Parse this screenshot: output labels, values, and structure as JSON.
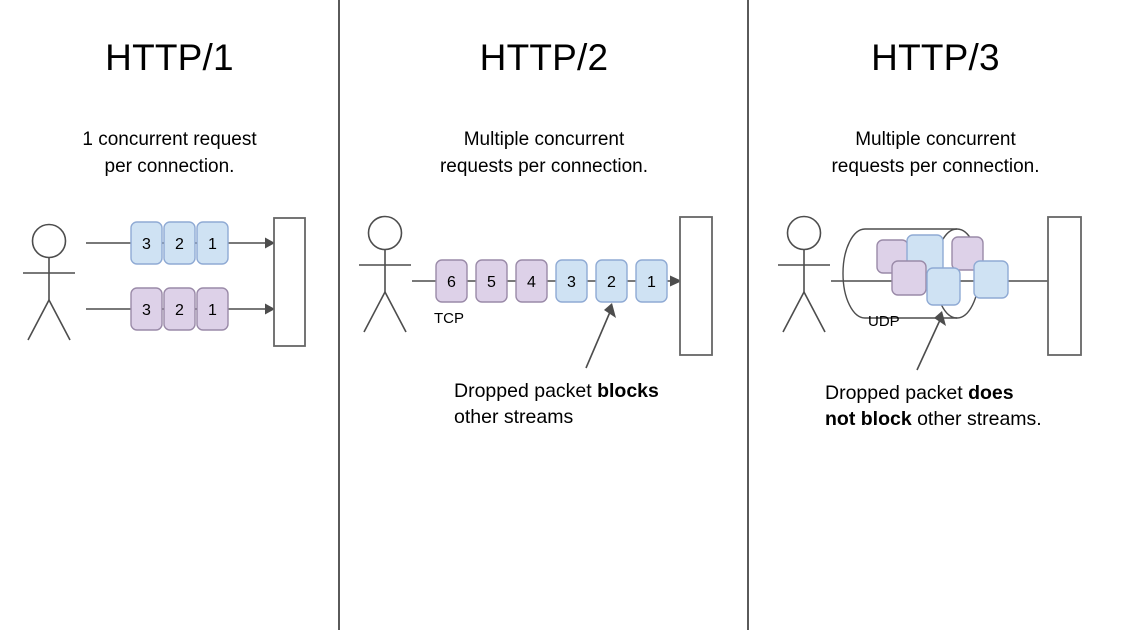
{
  "diagram": {
    "title": "HTTP/1 vs HTTP/2 vs HTTP/3 head-of-line blocking",
    "background_color": "#ffffff",
    "divider_color": "#5a5a5a",
    "packet_colors": {
      "blue_fill": "#cfe2f3",
      "blue_stroke": "#8faad4",
      "purple_fill": "#ddd1e8",
      "purple_stroke": "#9a8aa8"
    },
    "line_color": "#4d4d4d",
    "server_stroke": "#666666"
  },
  "panels": [
    {
      "id": "http1",
      "title": "HTTP/1",
      "subtitle": "1 concurrent request\nper connection.",
      "transport_label": "",
      "caption_plain_1": "",
      "caption_bold": "",
      "caption_plain_2": "",
      "streams": [
        {
          "color": "blue",
          "packets": [
            "3",
            "2",
            "1"
          ]
        },
        {
          "color": "purple",
          "packets": [
            "3",
            "2",
            "1"
          ]
        }
      ]
    },
    {
      "id": "http2",
      "title": "HTTP/2",
      "subtitle": "Multiple concurrent\nrequests per connection.",
      "transport_label": "TCP",
      "caption_plain_1": "Dropped packet ",
      "caption_bold": "blocks",
      "caption_plain_2": "other streams",
      "streams": [
        {
          "color": "mixed",
          "packets": [
            {
              "label": "6",
              "color": "purple"
            },
            {
              "label": "5",
              "color": "purple"
            },
            {
              "label": "4",
              "color": "purple"
            },
            {
              "label": "3",
              "color": "blue"
            },
            {
              "label": "2",
              "color": "blue"
            },
            {
              "label": "1",
              "color": "blue"
            }
          ]
        }
      ]
    },
    {
      "id": "http3",
      "title": "HTTP/3",
      "subtitle": "Multiple concurrent\nrequests per connection.",
      "transport_label": "UDP",
      "caption_plain_1": "Dropped packet ",
      "caption_bold": "does\nnot block",
      "caption_plain_2": " other streams.",
      "cylinder_packets": [
        {
          "color": "purple"
        },
        {
          "color": "blue"
        },
        {
          "color": "purple"
        },
        {
          "color": "purple"
        },
        {
          "color": "blue"
        },
        {
          "color": "blue"
        }
      ]
    }
  ]
}
